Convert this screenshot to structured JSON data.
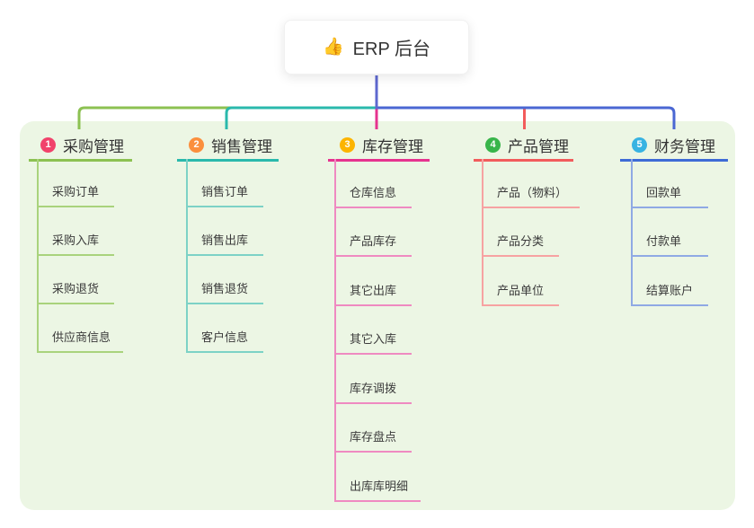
{
  "root": {
    "icon": "👍",
    "label": "ERP 后台"
  },
  "branches": [
    {
      "index": "1",
      "title": "采购管理",
      "colors": {
        "badge": "#f1426b",
        "line": "#8cc152",
        "light": "#a9d37c"
      },
      "children": [
        "采购订单",
        "采购入库",
        "采购退货",
        "供应商信息"
      ]
    },
    {
      "index": "2",
      "title": "销售管理",
      "colors": {
        "badge": "#fb8f3d",
        "line": "#2ab9ac",
        "light": "#7dd2c6"
      },
      "children": [
        "销售订单",
        "销售出库",
        "销售退货",
        "客户信息"
      ]
    },
    {
      "index": "3",
      "title": "库存管理",
      "colors": {
        "badge": "#fcb400",
        "line": "#e6338f",
        "light": "#ef8ac1"
      },
      "children": [
        "仓库信息",
        "产品库存",
        "其它出库",
        "其它入库",
        "库存调拨",
        "库存盘点",
        "出库库明细"
      ]
    },
    {
      "index": "4",
      "title": "产品管理",
      "colors": {
        "badge": "#38b54a",
        "line": "#f25c5c",
        "light": "#f7a2a2"
      },
      "children": [
        "产品（物料）",
        "产品分类",
        "产品单位"
      ]
    },
    {
      "index": "5",
      "title": "财务管理",
      "colors": {
        "badge": "#38b3e2",
        "line": "#3e6bd6",
        "light": "#8fa9e4"
      },
      "children": [
        "回款单",
        "付款单",
        "结算账户"
      ]
    }
  ],
  "connector_colors": {
    "root_line": "#5e68cf",
    "branch_1": "#8cc152",
    "branch_2": "#2ab9ac",
    "branch_3": "#e6338f",
    "branch_4": "#f25c5c",
    "branch_5": "#4a67d3"
  },
  "panel_background": "#ecf6e4"
}
